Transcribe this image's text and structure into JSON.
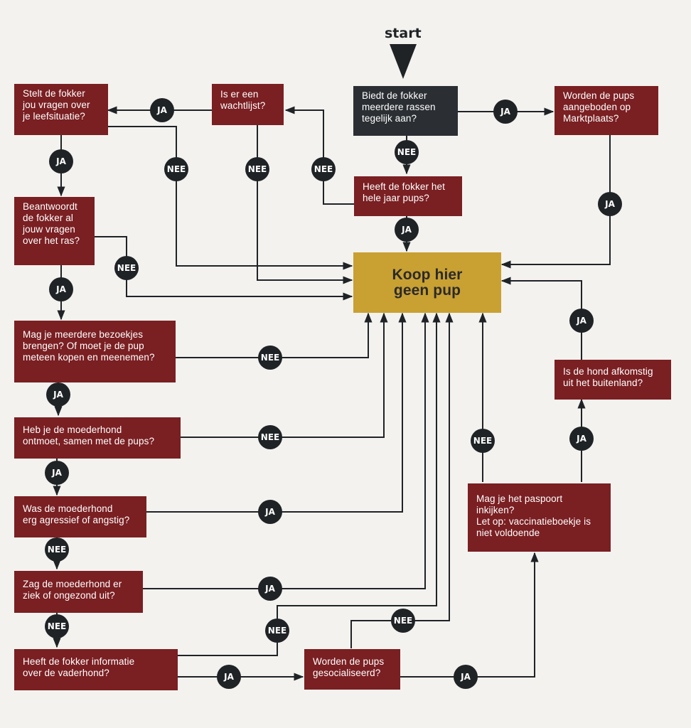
{
  "start_label": "start",
  "labels": {
    "ja": "JA",
    "nee": "NEE"
  },
  "colors": {
    "question": "#7a1f22",
    "start_question": "#2b2f33",
    "result": "#c9a032",
    "badge": "#1f2326",
    "background": "#f3f2ef"
  },
  "nodes": {
    "q_rassen": "Biedt de fokker\nmeerdere rassen\ntegelijk aan?",
    "q_marktplaats": "Worden de pups\naangeboden op\nMarktplaats?",
    "q_wachtlijst": "Is er een\nwachtlijst?",
    "q_leefsituatie": "Stelt de fokker\njou vragen over\nje leefsituatie?",
    "q_hele_jaar": "Heeft de fokker het\nhele jaar pups?",
    "result": "Koop hier\ngeen pup",
    "q_beantwoordt": "Beantwoordt\nde fokker al\njouw vragen\nover het ras?",
    "q_bezoekjes": "Mag je meerdere bezoekjes\nbrengen? Of moet je de pup\nmeteen kopen en meenemen?",
    "q_moederhond": "Heb je de moederhond\nontmoet, samen met de pups?",
    "q_agressief": "Was de moederhond\nerg agressief of angstig?",
    "q_ziek": "Zag de moederhond er\nziek of ongezond uit?",
    "q_vaderhond": "Heeft de fokker informatie\nover de vaderhond?",
    "q_gesocialiseerd": "Worden de pups\ngesocialiseerd?",
    "q_paspoort": "Mag je het paspoort\ninkijken?\nLet op: vaccinatieboekje is\nniet voldoende",
    "q_buitenland": "Is de hond afkomstig\nuit het buitenland?"
  }
}
